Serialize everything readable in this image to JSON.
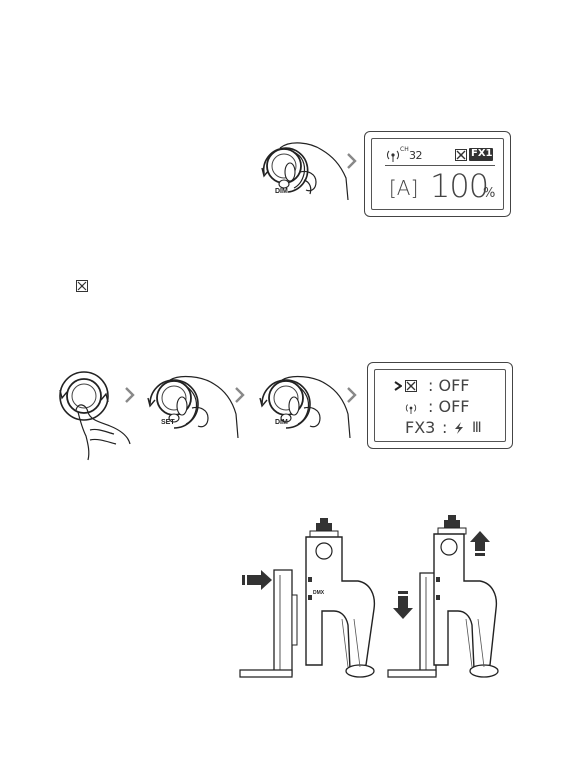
{
  "step1": {
    "knob_label": "DIM",
    "display": {
      "channel_prefix": "CH",
      "channel_number": "32",
      "fx_badge": "FX1",
      "mode": "[A]",
      "level": "100",
      "unit": "%"
    }
  },
  "step2": {
    "knob2_label": "SET",
    "knob3_label": "DIM",
    "display": {
      "row1_value": ": OFF",
      "row2_value": ": OFF",
      "row3_label": "FX3",
      "row3_sep": ":",
      "row3_value": "Ⅲ"
    }
  },
  "step3": {
    "panel_label": "DMX"
  }
}
